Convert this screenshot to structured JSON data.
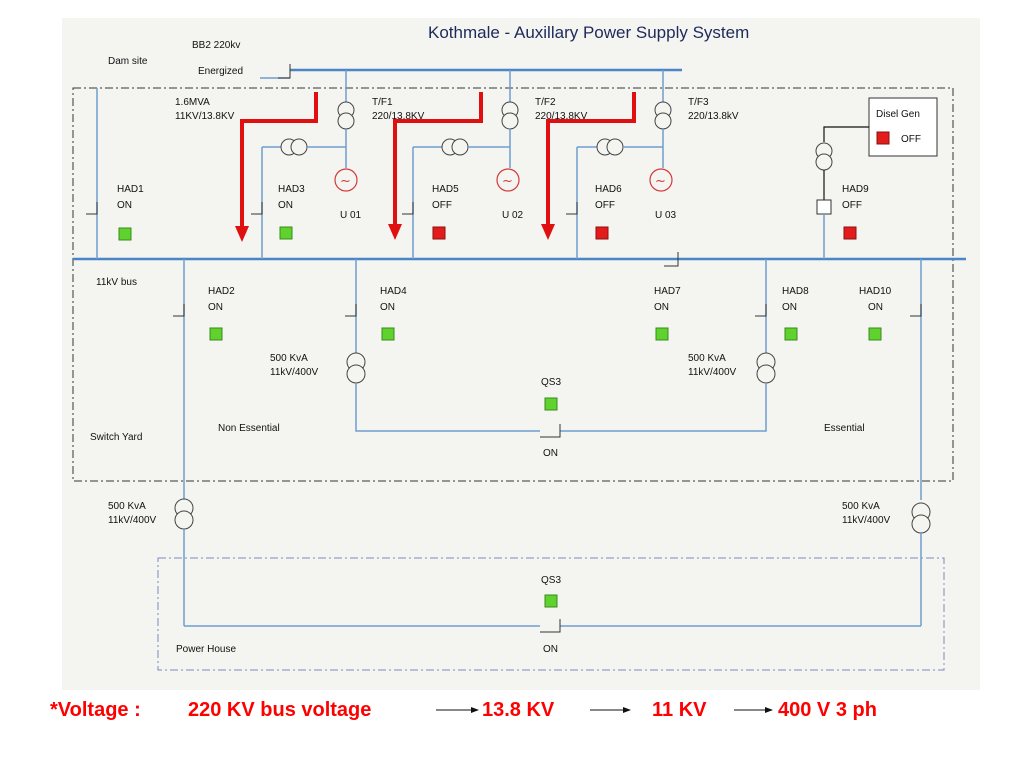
{
  "title": "Kothmale - Auxillary Power Supply System",
  "bb2": "BB2  220kv",
  "energized": "Energized",
  "dam_site": "Dam site",
  "bus_11kv": "11kV bus",
  "switch_yard": "Switch Yard",
  "non_essential": "Non Essential",
  "essential": "Essential",
  "power_house": "Power House",
  "tf_16": {
    "line1": "1.6MVA",
    "line2": "11KV/13.8KV"
  },
  "tf1": {
    "line1": "T/F1",
    "line2": "220/13.8KV"
  },
  "tf2": {
    "line1": "T/F2",
    "line2": "220/13.8KV"
  },
  "tf3": {
    "line1": "T/F3",
    "line2": "220/13.8kV"
  },
  "units": {
    "u1": "U 01",
    "u2": "U 02",
    "u3": "U 03"
  },
  "diesel": {
    "label": "Disel Gen",
    "state": "OFF"
  },
  "tf500": {
    "line1": "500 KvA",
    "line2": "11kV/400V"
  },
  "breakers": {
    "had1": {
      "name": "HAD1",
      "state": "ON"
    },
    "had2": {
      "name": "HAD2",
      "state": "ON"
    },
    "had3": {
      "name": "HAD3",
      "state": "ON"
    },
    "had4": {
      "name": "HAD4",
      "state": "ON"
    },
    "had5": {
      "name": "HAD5",
      "state": "OFF"
    },
    "had6": {
      "name": "HAD6",
      "state": "OFF"
    },
    "had7": {
      "name": "HAD7",
      "state": "ON"
    },
    "had8": {
      "name": "HAD8",
      "state": "ON"
    },
    "had9": {
      "name": "HAD9",
      "state": "OFF"
    },
    "had10": {
      "name": "HAD10",
      "state": "ON"
    },
    "qs3_switchyard": {
      "name": "QS3",
      "state": "ON"
    },
    "qs3_powerhouse": {
      "name": "QS3",
      "state": "ON"
    }
  },
  "footer": {
    "prefix": "*Voltage :",
    "v1": "220 KV bus voltage",
    "v2": "13.8 KV",
    "v3": "11 KV",
    "v4": "400 V 3 ph"
  },
  "colors": {
    "on": "#5fd22e",
    "off": "#e41b1b",
    "bus": "#4a86c6",
    "feed_arrow": "#e01010",
    "footer_text": "#ff0000"
  }
}
